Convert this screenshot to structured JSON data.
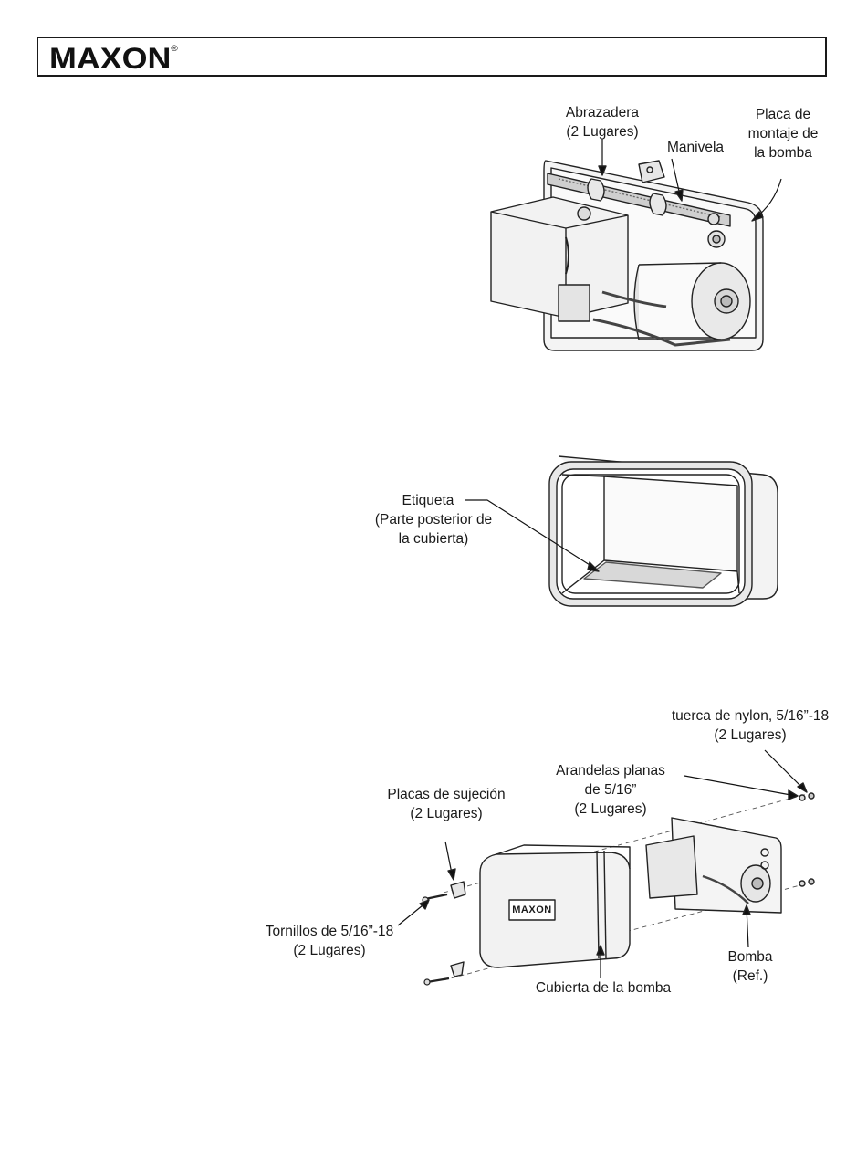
{
  "header": {
    "logo_text": "MAXON",
    "logo_mark": "®"
  },
  "figure1": {
    "labels": {
      "abrazadera_1": "Abrazadera",
      "abrazadera_2": "(2 Lugares)",
      "manivela": "Manivela",
      "placa_1": "Placa de",
      "placa_2": "montaje de",
      "placa_3": "la bomba"
    }
  },
  "figure2": {
    "labels": {
      "etiqueta_1": "Etiqueta",
      "etiqueta_2": "(Parte posterior de",
      "etiqueta_3": "la cubierta)"
    }
  },
  "figure3": {
    "labels": {
      "tuerca_1": "tuerca de nylon, 5/16”-18",
      "tuerca_2": "(2 Lugares)",
      "arandelas_1": "Arandelas planas",
      "arandelas_2": "de 5/16”",
      "arandelas_3": "(2 Lugares)",
      "placas_1": "Placas de sujeción",
      "placas_2": "(2 Lugares)",
      "tornillos_1": "Tornillos de 5/16”-18",
      "tornillos_2": "(2 Lugares)",
      "bomba_1": "Bomba",
      "bomba_2": "(Ref.)",
      "cubierta": "Cubierta de la bomba"
    },
    "cover_logo": "MAXON"
  }
}
